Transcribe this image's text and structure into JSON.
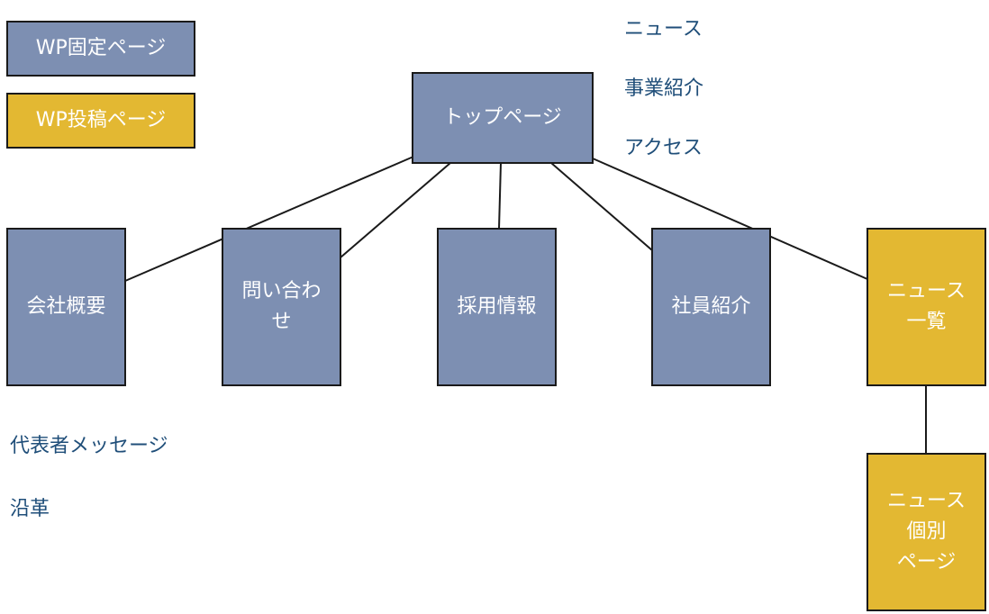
{
  "legend": {
    "fixed_page": "WP固定ページ",
    "post_page": "WP投稿ページ"
  },
  "colors": {
    "fixed_page": "#7d8fb2",
    "post_page": "#e3b832",
    "note_text": "#1f4e79",
    "line": "#1a1a1a"
  },
  "nodes": {
    "top": "トップページ",
    "company": "会社概要",
    "contact": "問い合わ\nせ",
    "recruit": "採用情報",
    "staff": "社員紹介",
    "news_list": "ニュース\n一覧",
    "news_detail": "ニュース\n個別\nページ"
  },
  "top_sections": [
    "ニュース",
    "事業紹介",
    "アクセス"
  ],
  "company_sections": [
    "代表者メッセージ",
    "沿革"
  ]
}
